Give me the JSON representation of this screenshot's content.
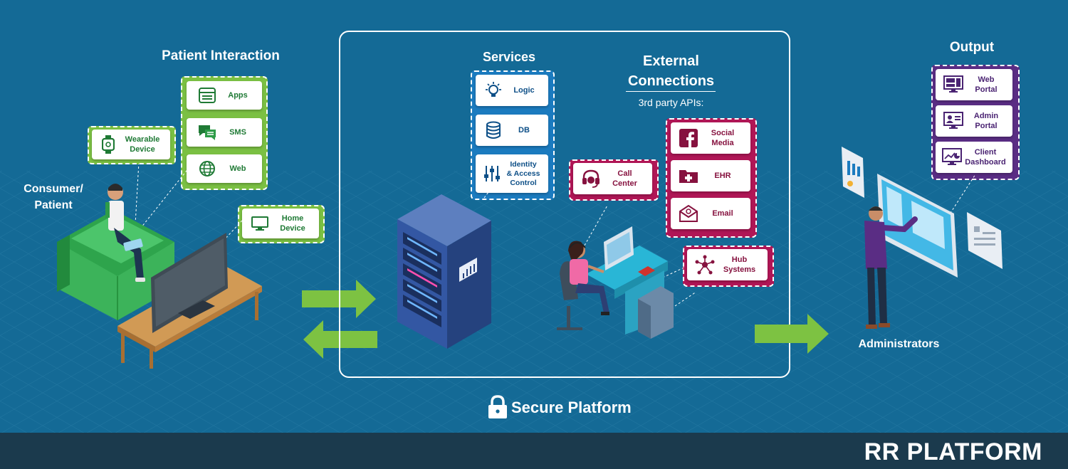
{
  "sections": {
    "patient_interaction": "Patient Interaction",
    "consumer_patient_line1": "Consumer/",
    "consumer_patient_line2": "Patient",
    "services": "Services",
    "external_line1": "External",
    "external_line2": "Connections",
    "third_party": "3rd party APIs:",
    "output": "Output",
    "administrators": "Administrators",
    "secure_platform": "Secure Platform"
  },
  "patient_cards": {
    "apps": "Apps",
    "sms": "SMS",
    "web": "Web"
  },
  "wearable": {
    "line1": "Wearable",
    "line2": "Device"
  },
  "home_device": {
    "line1": "Home",
    "line2": "Device"
  },
  "services_cards": {
    "logic": "Logic",
    "db": "DB",
    "identity_line1": "Identity",
    "identity_line2": "& Access",
    "identity_line3": "Control"
  },
  "call_center": {
    "line1": "Call",
    "line2": "Center"
  },
  "external_cards": {
    "social_line1": "Social",
    "social_line2": "Media",
    "ehr": "EHR",
    "email": "Email"
  },
  "hub": {
    "line1": "Hub",
    "line2": "Systems"
  },
  "output_cards": {
    "web_portal_line1": "Web",
    "web_portal_line2": "Portal",
    "admin_portal_line1": "Admin",
    "admin_portal_line2": "Portal",
    "client_dash_line1": "Client",
    "client_dash_line2": "Dashboard"
  },
  "brand": "RR PLATFORM",
  "colors": {
    "background": "#146a96",
    "footer": "#1b3a4d",
    "green": "#7bc043",
    "blue": "#1b7bbf",
    "magenta": "#b01656",
    "purple": "#5a2d84",
    "arrow": "#7dc242"
  },
  "icons": [
    "apps-icon",
    "sms-icon",
    "web-globe-icon",
    "smartwatch-icon",
    "monitor-icon",
    "lightbulb-icon",
    "database-icon",
    "sliders-icon",
    "headset-icon",
    "facebook-icon",
    "medical-folder-icon",
    "email-icon",
    "network-hub-icon",
    "web-portal-icon",
    "admin-portal-icon",
    "dashboard-icon",
    "lock-icon"
  ]
}
